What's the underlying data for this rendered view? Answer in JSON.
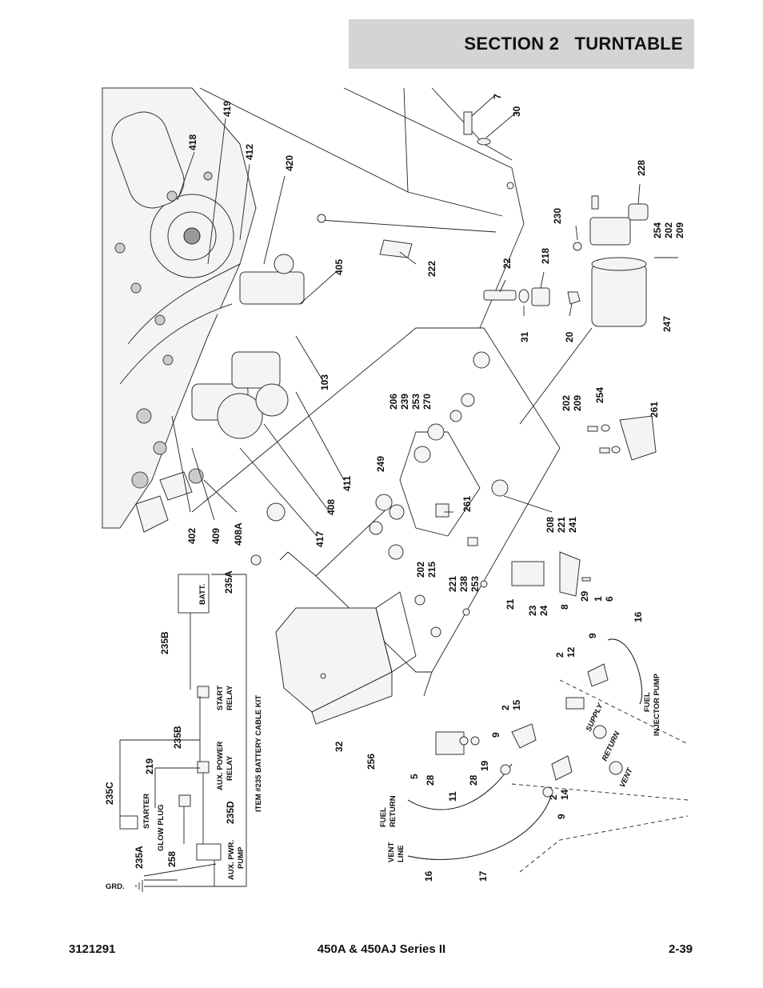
{
  "header": {
    "section": "SECTION 2",
    "title": "TURNTABLE"
  },
  "footer": {
    "doc_number": "3121291",
    "model": "450A & 450AJ Series II",
    "page": "2-39"
  },
  "callouts": {
    "c419": "419",
    "c418": "418",
    "c412": "412",
    "c420": "420",
    "c405": "405",
    "c103": "103",
    "c411": "411",
    "c408": "408",
    "c417": "417",
    "c402": "402",
    "c409": "409",
    "c408A": "408A",
    "c7": "7",
    "c30": "30",
    "c222": "222",
    "c22": "22",
    "c218": "218",
    "c31": "31",
    "c20": "20",
    "c230": "230",
    "c228": "228",
    "c254a": "254",
    "c202a": "202",
    "c209a": "209",
    "c247": "247",
    "c206": "206",
    "c239": "239",
    "c253a": "253",
    "c270": "270",
    "c202b": "202",
    "c209b": "209",
    "c254b": "254",
    "c261a": "261",
    "c249": "249",
    "c261b": "261",
    "c208": "208",
    "c221a": "221",
    "c241": "241",
    "c202c": "202",
    "c215": "215",
    "c221b": "221",
    "c238": "238",
    "c253b": "253",
    "c21": "21",
    "c23": "23",
    "c24": "24",
    "c8": "8",
    "c29": "29",
    "c1": "1",
    "c6": "6",
    "c16a": "16",
    "c9a": "9",
    "c2a": "2",
    "c12": "12",
    "c2b": "2",
    "c15": "15",
    "c9b": "9",
    "c19": "19",
    "c28a": "28",
    "c28b": "28",
    "c5": "5",
    "c11": "11",
    "c2c": "2",
    "c14": "14",
    "c9c": "9",
    "c32": "32",
    "c256": "256",
    "c16b": "16",
    "c17": "17",
    "c235A_top": "235A",
    "c235B_a": "235B",
    "c235B_b": "235B",
    "c219": "219",
    "c235C": "235C",
    "c235D": "235D",
    "c258": "258",
    "c235A_bot": "235A"
  },
  "labels": {
    "batt": "BATT.",
    "start_relay_1": "START",
    "start_relay_2": "RELAY",
    "aux_power_relay_1": "AUX. POWER",
    "aux_power_relay_2": "RELAY",
    "starter": "STARTER",
    "glow_plug": "GLOW PLUG",
    "aux_pwr_pump_1": "AUX. PWR.",
    "aux_pwr_pump_2": "PUMP",
    "kit": "ITEM #235 BATTERY CABLE KIT",
    "grd": "GRD.",
    "fuel_return_1": "FUEL",
    "fuel_return_2": "RETURN",
    "vent_line_1": "VENT",
    "vent_line_2": "LINE",
    "fuel_injector_1": "FUEL",
    "fuel_injector_2": "INJECTOR PUMP",
    "supply": "SUPPLY",
    "return": "RETURN",
    "vent": "VENT"
  }
}
